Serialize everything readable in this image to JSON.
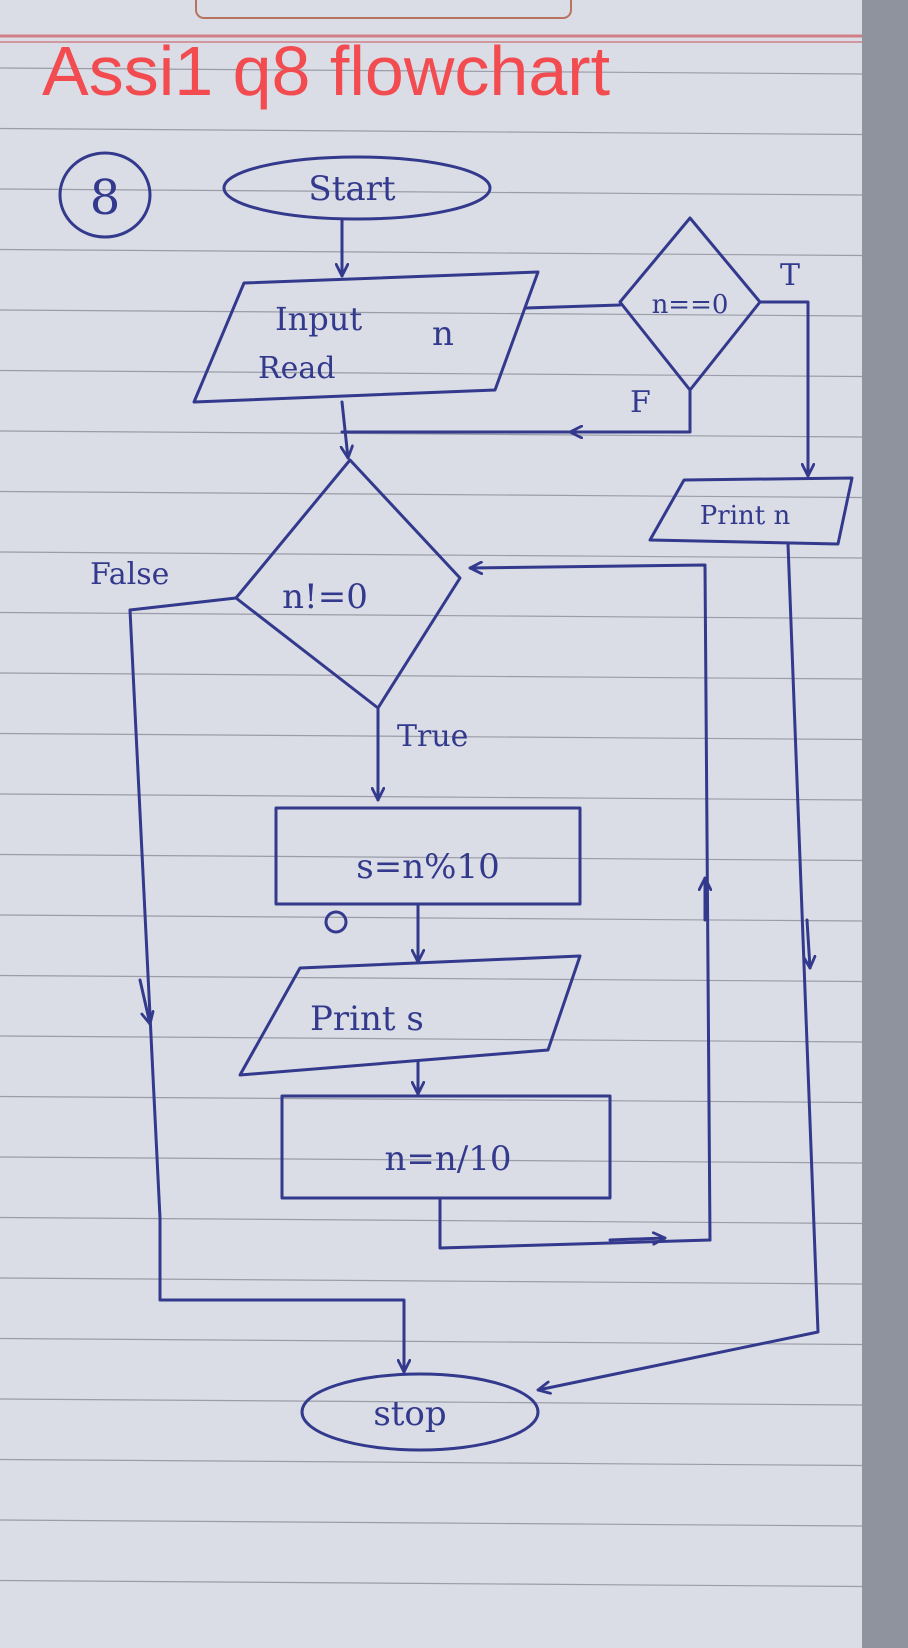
{
  "title": "Assi1 q8 flowchart",
  "question_number": "8",
  "start_label": "Start",
  "input_line1": "Input",
  "input_var": "n",
  "input_line2": "Read",
  "zero_check": "n==0",
  "true_short": "T",
  "false_short": "F",
  "print_zero": "Print n",
  "loop_check": "n!=0",
  "false_label": "False",
  "true_label": "True",
  "mod_step": "s=n%10",
  "print_s": "Print s",
  "div_step": "n=n/10",
  "stop_label": "stop",
  "colors": {
    "ink": "#33398c",
    "title": "#f24b50",
    "paper": "#dadde5",
    "rule_line": "#9a9ca7",
    "margin_line": "#d07f86"
  }
}
